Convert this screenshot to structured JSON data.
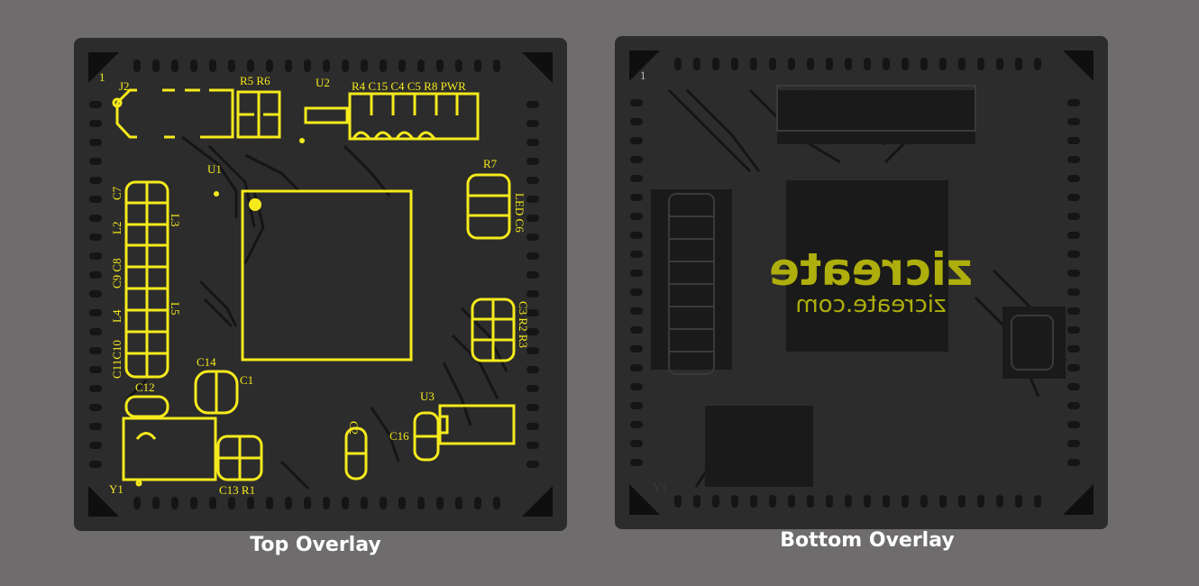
{
  "top": {
    "caption": "Top Overlay",
    "pin1": "1",
    "labels": {
      "J2": "J2",
      "R5R6": "R5 R6",
      "U2": "U2",
      "top_row": "R4 C15 C4 C5 R8 PWR",
      "U1": "U1",
      "R7": "R7",
      "C7": "C7",
      "L2": "L2",
      "L3": "L3",
      "C8C9": "C9 C8",
      "L4": "L4",
      "L5": "L5",
      "C10C11": "C11C10",
      "LEDC6": "LED C6",
      "C3R2R3": "C3 R2 R3",
      "C14": "C14",
      "C1": "C1",
      "C12": "C12",
      "U3": "U3",
      "C2": "C2",
      "C16": "C16",
      "Y1": "Y1",
      "C13R1": "C13 R1"
    }
  },
  "bottom": {
    "caption": "Bottom Overlay",
    "pin1": "1",
    "logo": "zicreate",
    "logo_url": "zicreate.com",
    "Y1": "Y1"
  },
  "colors": {
    "background": "#6f6c6d",
    "board": "#2c2c2c",
    "copper": "#1c1c1c",
    "silkscreen": "#f5ea1c",
    "logo": "#aeae0c"
  }
}
